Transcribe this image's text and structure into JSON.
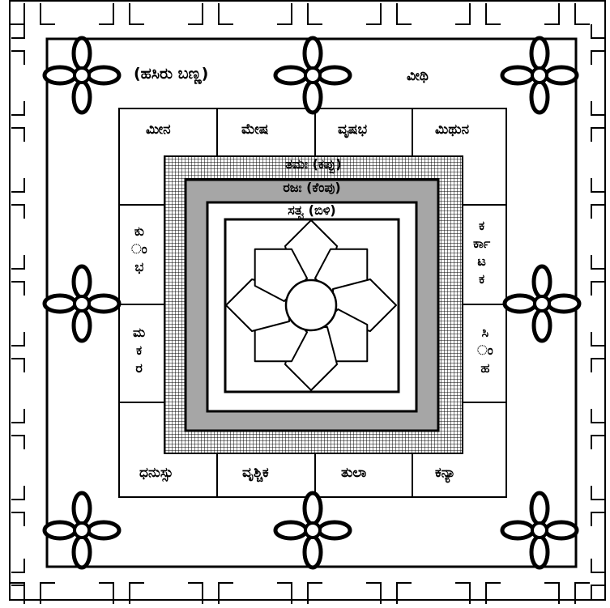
{
  "top_labels": {
    "color_note": "(ಹಸಿರು ಬಣ್ಣ)",
    "vithi": "ವೀಥಿ"
  },
  "zodiac": {
    "meena": "ಮೀನ",
    "mesha": "ಮೇಷ",
    "vrushabha": "ವೃಷಭ",
    "mithuna": "ಮಿಥುನ",
    "kumbha": [
      "ಕು",
      "ಂ",
      "ಭ"
    ],
    "makara": [
      "ಮ",
      "ಕ",
      "ರ"
    ],
    "karkataka": [
      "ಕ",
      "ರ್ಕಾ",
      "ಟ",
      "ಕ"
    ],
    "simha": [
      "ಸಿ",
      "ಂ",
      "ಹ"
    ],
    "dhanussu": "ಧನುಸ್ಸು",
    "vrushchika": "ವೃಶ್ಚಿಕ",
    "tula": "ತುಲಾ",
    "kanya": "ಕನ್ಯಾ"
  },
  "bands": {
    "tamas": "ತಮಃ (ಕಪ್ಪು)",
    "rajas": "ರಜಃ (ಕೆಂಪು)",
    "sattva": "ಸತ್ವ (ಬಿಳಿ)"
  },
  "colors": {
    "line": "#000000",
    "rajas_fill": "#a6a6a6",
    "background": "#ffffff"
  }
}
